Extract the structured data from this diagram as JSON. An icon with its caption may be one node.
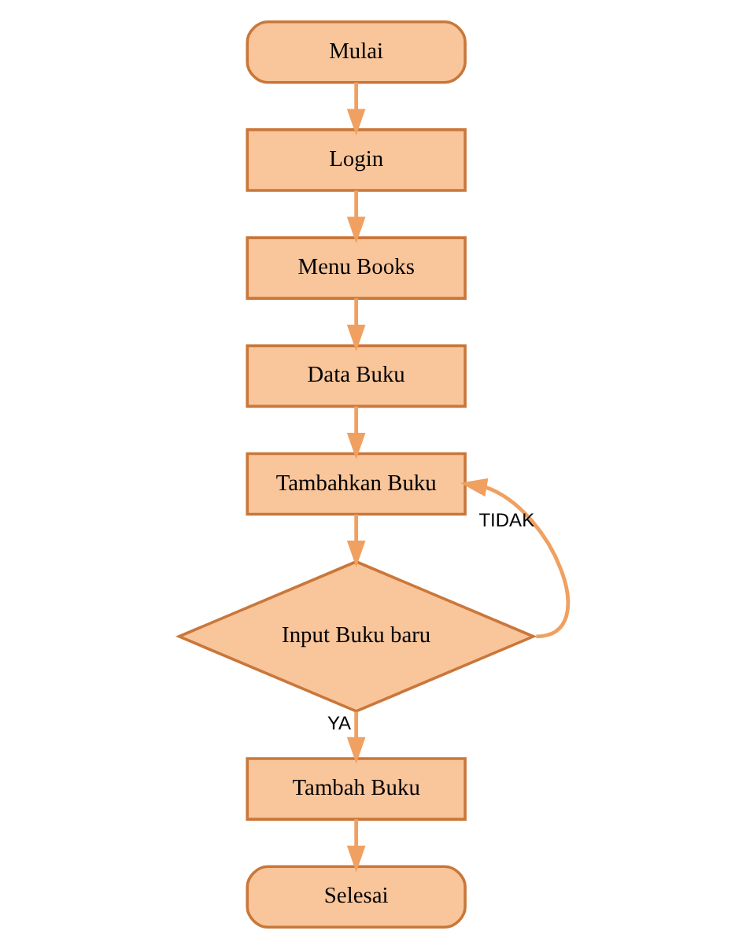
{
  "diagram": {
    "nodes": [
      {
        "text": [
          "Mulai"
        ]
      },
      {
        "text": [
          "Login"
        ]
      },
      {
        "text": [
          "Menu Books"
        ]
      },
      {
        "text": [
          "Data Buku"
        ]
      },
      {
        "text": [
          "Tambahkan Buku"
        ]
      },
      {
        "text": [
          "Input Buku baru"
        ]
      },
      {
        "text": [
          "Tambah Buku"
        ]
      },
      {
        "text": [
          "Selesai"
        ]
      }
    ],
    "edges": [
      {
        "from": 0,
        "to": 1,
        "arrow": "to"
      },
      {
        "from": 1,
        "to": 2,
        "arrow": "to"
      },
      {
        "from": 2,
        "to": 3,
        "arrow": "to"
      },
      {
        "from": 3,
        "to": 4,
        "arrow": "to"
      },
      {
        "from": 4,
        "to": 5,
        "arrow": "to"
      },
      {
        "from": 5,
        "to": 6,
        "arrow": "to",
        "label": "YA"
      },
      {
        "from": 5,
        "to": 4,
        "arrow": "to",
        "label": "TIDAK"
      },
      {
        "from": 6,
        "to": 7,
        "arrow": "to"
      }
    ]
  }
}
